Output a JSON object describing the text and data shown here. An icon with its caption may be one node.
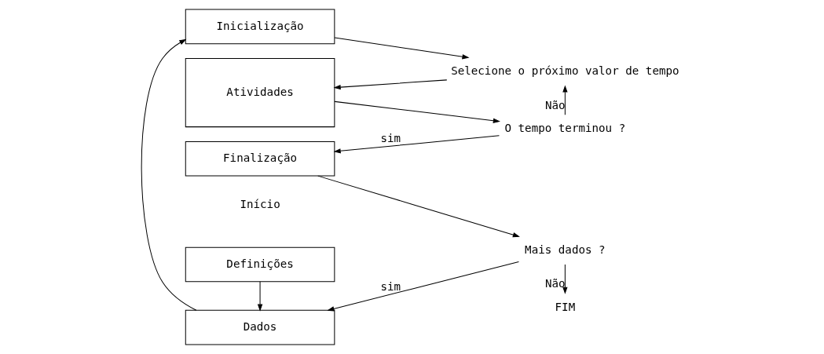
{
  "diagram": {
    "nodes": [
      {
        "text": [
          "Definições"
        ]
      },
      {
        "text": [
          "Inicialização"
        ]
      },
      {
        "text": [
          "Atividades"
        ]
      },
      {
        "text": [
          "Finalização"
        ]
      },
      {
        "text": [
          "Dados"
        ]
      },
      {
        "text": [
          "Selecione o próximo valor de tempo"
        ]
      },
      {
        "text": [
          "O tempo terminou ?"
        ]
      },
      {
        "text": [
          "Mais dados ?"
        ]
      },
      {
        "text": [
          "FIM"
        ]
      }
    ],
    "edges": [
      {
        "from": 0,
        "to": 4,
        "arrow": "to"
      },
      {
        "from": 4,
        "to": 1,
        "arrow": "to"
      },
      {
        "from": 1,
        "to": 5,
        "arrow": "to"
      },
      {
        "from": 5,
        "to": 2,
        "arrow": "to"
      },
      {
        "from": 2,
        "to": 6,
        "arrow": "to"
      },
      {
        "from": 6,
        "to": 5,
        "arrow": "to",
        "label": "Não"
      },
      {
        "from": 6,
        "to": 3,
        "arrow": "to",
        "label": "sim"
      },
      {
        "from": 3,
        "to": 7,
        "arrow": "to"
      },
      {
        "from": 7,
        "to": 4,
        "arrow": "to",
        "label": "sim"
      },
      {
        "from": 7,
        "to": 8,
        "arrow": "to",
        "label": "Não"
      }
    ],
    "labels": [
      "Início"
    ]
  }
}
